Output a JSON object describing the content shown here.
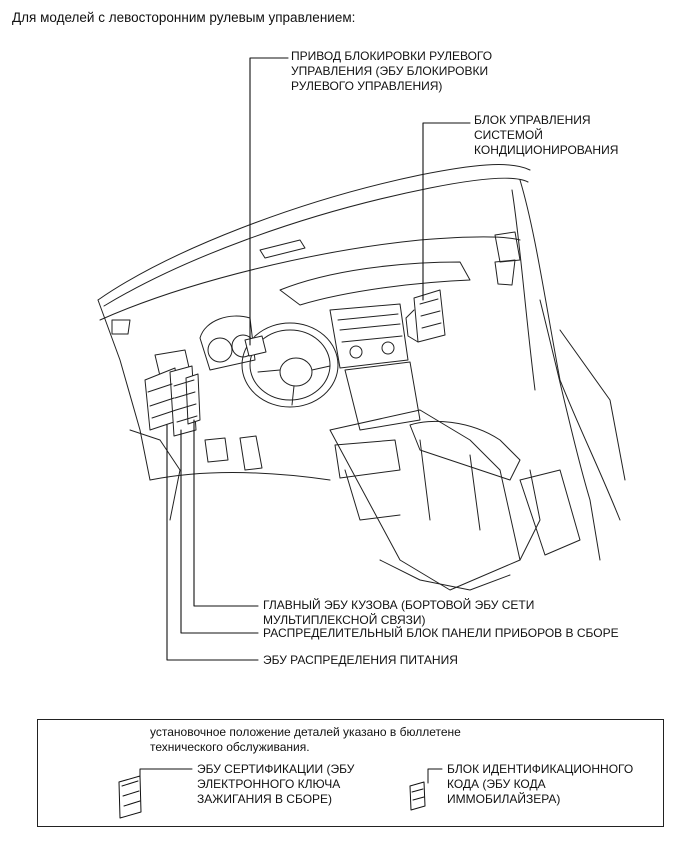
{
  "heading": "Для моделей с левосторонним рулевым управлением:",
  "labels": {
    "steering_lock": "ПРИВОД БЛОКИРОВКИ РУЛЕВОГО\nУПРАВЛЕНИЯ (ЭБУ БЛОКИРОВКИ\nРУЛЕВОГО УПРАВЛЕНИЯ)",
    "ac_unit": "БЛОК УПРАВЛЕНИЯ\nСИСТЕМОЙ\nКОНДИЦИОНИРОВАНИЯ",
    "main_body_ecu": "ГЛАВНЫЙ ЭБУ КУЗОВА (БОРТОВОЙ ЭБУ СЕТИ\nМУЛЬТИПЛЕКСНОЙ СВЯЗИ)",
    "junction_block": "РАСПРЕДЕЛИТЕЛЬНЫЙ БЛОК ПАНЕЛИ ПРИБОРОВ В СБОРЕ",
    "power_ecu": "ЭБУ РАСПРЕДЕЛЕНИЯ ПИТАНИЯ"
  },
  "note": {
    "text": "установочное положение деталей указано в бюллетене\nтехнического обслуживания.",
    "cert_ecu": "ЭБУ СЕРТИФИКАЦИИ (ЭБУ\nЭЛЕКТРОННОГО КЛЮЧА\nЗАЖИГАНИЯ В СБОРЕ)",
    "immobilizer": "БЛОК ИДЕНТИФИКАЦИОННОГО\nКОДА (ЭБУ КОДА\nИММОБИЛАЙЗЕРА)"
  }
}
